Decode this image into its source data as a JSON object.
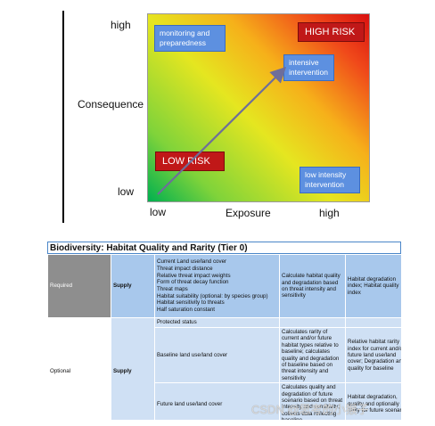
{
  "risk_matrix": {
    "y_high": "high",
    "y_low": "low",
    "y_label": "Consequence",
    "x_low": "low",
    "x_label": "Exposure",
    "x_high": "high",
    "boxes": {
      "monitoring": "monitoring and preparedness",
      "high_risk": "HIGH RISK",
      "intensive": "intensive intervention",
      "low_risk": "LOW RISK",
      "low_intensity": "low intensity intervention"
    }
  },
  "table": {
    "title": "Biodiversity: Habitat Quality and Rarity (Tier 0)",
    "required": {
      "label": "Required",
      "type": "Supply",
      "inputs": [
        "Current Land use/land cover",
        "Threat impact distance",
        "Relative threat impact weights",
        "Form of threat decay function",
        "Threat maps",
        "Habitat suitability (optional: by species group)",
        "Habitat sensitivity to threats",
        "Half saturation constant"
      ],
      "process": "Calculate habitat quality and degradation based on threat intensity and sensitivity",
      "output": "Habitat degradation index; Habitat quality index"
    },
    "optional": {
      "label": "Optional",
      "type": "Supply",
      "rows": [
        {
          "input": "Protected status",
          "process": "",
          "output": ""
        },
        {
          "input": "Baseline land use/land cover",
          "process": "Calculates rarity of current and/or future habitat types relative to baseline; calculates quality and degradation of baseline based on threat intensity and sensitivity",
          "output": "Relative habitat rarity index for current and/or future land use/land cover; Degradation and quality for baseline"
        },
        {
          "input": "Future land use/land cover",
          "process": "Calculates quality and degradation of future scenario based on threat intensity and sensitivity; collects data reflecting baseline",
          "output": "Habitat degradation, quality and optionally rarity for future scenario"
        }
      ]
    }
  },
  "watermark": "CSDN @思考的小猴子"
}
